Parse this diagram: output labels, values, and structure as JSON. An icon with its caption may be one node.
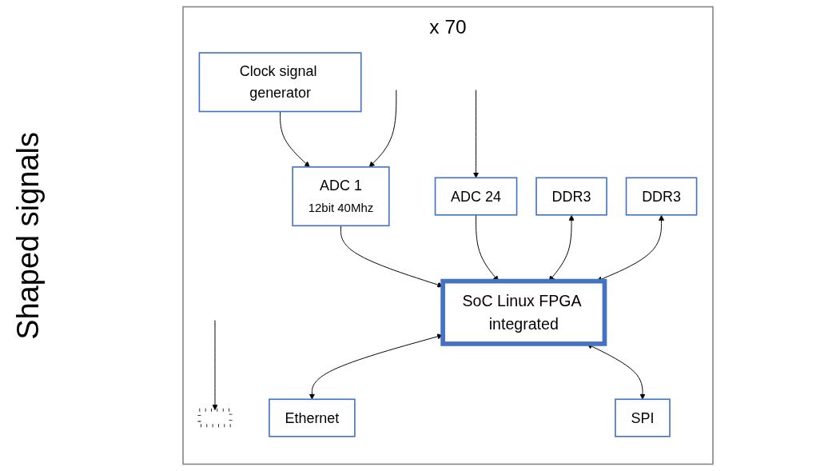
{
  "diagram": {
    "nodes": [
      {
        "text": [
          "x 70"
        ]
      },
      {
        "text": [
          "Clock signal generator"
        ],
        "in": 0
      },
      {
        "text": [
          "ADC 1",
          "12bit 40Mhz"
        ],
        "in": 0
      },
      {
        "text": [
          "DDR3"
        ],
        "in": 0
      },
      {
        "text": [
          "DDR3"
        ],
        "in": 0
      },
      {
        "text": [
          "SoC Linux FPGA integrated"
        ],
        "in": 0
      },
      {
        "text": [
          "Ethernet"
        ],
        "in": 0
      },
      {
        "text": [
          "SPI"
        ],
        "in": 0
      },
      {
        "text": [],
        "shape": "dots",
        "in": 0
      },
      {
        "text": [
          "ADC 24"
        ],
        "in": 0
      }
    ],
    "edges": [
      {
        "from": 1,
        "to": 2,
        "arrow": "to"
      },
      {
        "from": null,
        "to": 2,
        "arrow": "to"
      },
      {
        "from": null,
        "to": 8,
        "arrow": "to"
      },
      {
        "from": null,
        "to": 9,
        "arrow": "to"
      },
      {
        "from": 2,
        "to": 5,
        "arrow": "to"
      },
      {
        "from": 9,
        "to": 5,
        "arrow": "to"
      },
      {
        "from": 3,
        "to": 5,
        "arrow": "both"
      },
      {
        "from": 4,
        "to": 5,
        "arrow": "both"
      },
      {
        "from": 5,
        "to": 6,
        "arrow": "both"
      },
      {
        "from": 5,
        "to": 7,
        "arrow": "both"
      }
    ],
    "labels": [
      "Shaped signals"
    ]
  }
}
